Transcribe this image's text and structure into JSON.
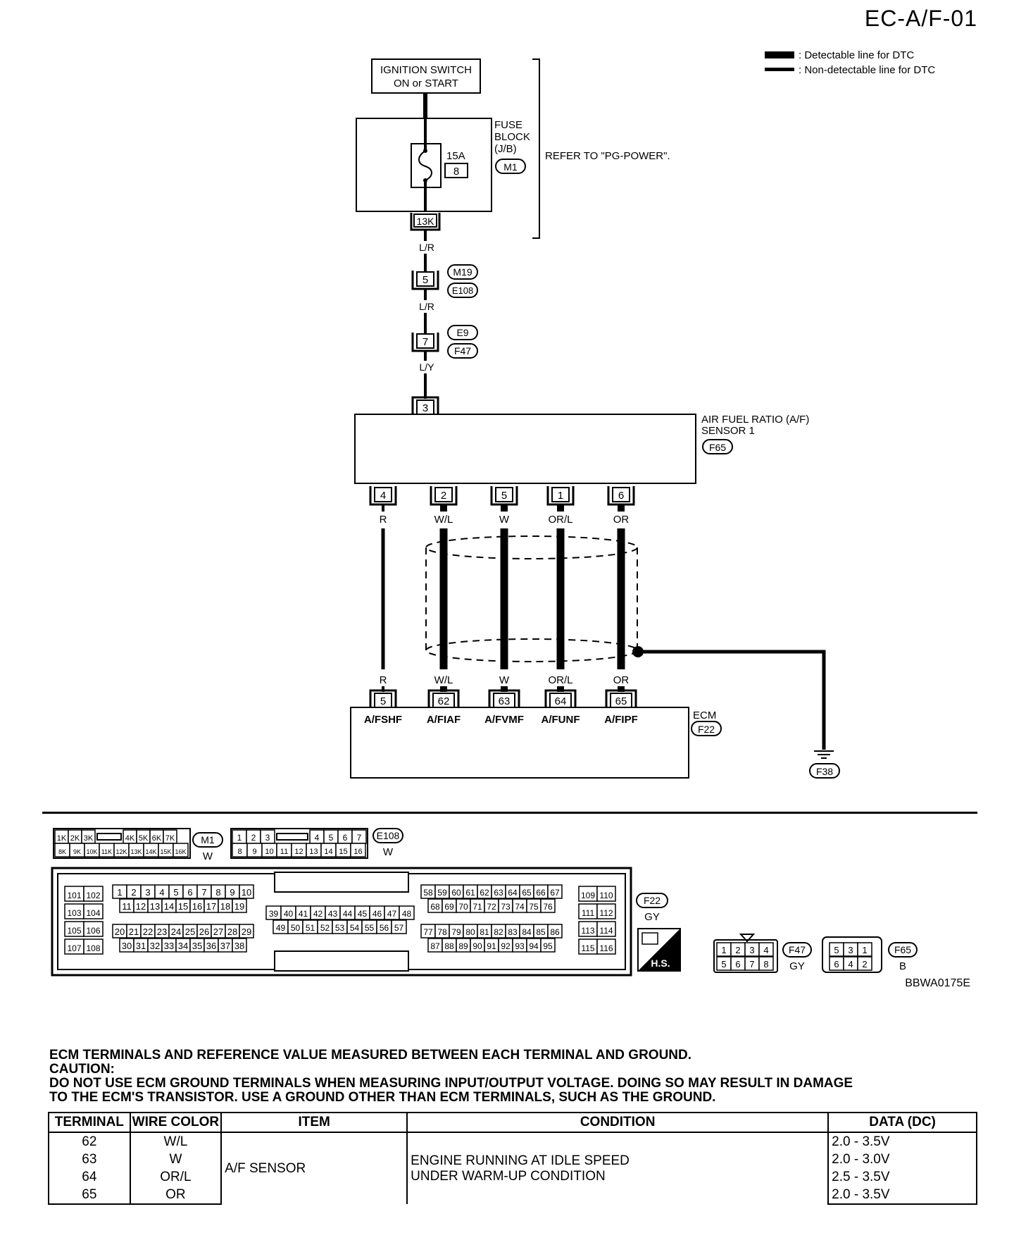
{
  "page": {
    "id": "EC-A/F-01",
    "figure_code": "BBWA0175E"
  },
  "legend": [
    {
      "label": ": Detectable line for DTC",
      "style": "thick"
    },
    {
      "label": ": Non-detectable line for DTC",
      "style": "thin"
    }
  ],
  "power": {
    "ignition_label_1": "IGNITION SWITCH",
    "ignition_label_2": "ON or START",
    "fuse_block_1": "FUSE",
    "fuse_block_2": "BLOCK",
    "fuse_block_3": "(J/B)",
    "fuse_amp": "15A",
    "fuse_number": "8",
    "fuse_connector": "M1",
    "fuse_terminal": "13K",
    "refer": "REFER TO \"PG-POWER\"."
  },
  "harness": [
    {
      "wire_above": "L/R",
      "pin": "5",
      "connectors": [
        "M19",
        "E108"
      ],
      "wire_below": "L/R"
    },
    {
      "pin": "7",
      "connectors": [
        "E9",
        "F47"
      ],
      "wire_below": "L/Y"
    }
  ],
  "sensor": {
    "name_1": "AIR FUEL RATIO (A/F)",
    "name_2": "SENSOR 1",
    "connector": "F65",
    "supply_pin": "3",
    "pins": [
      {
        "pin": "4",
        "wire": "R"
      },
      {
        "pin": "2",
        "wire": "W/L"
      },
      {
        "pin": "5",
        "wire": "W"
      },
      {
        "pin": "1",
        "wire": "OR/L"
      },
      {
        "pin": "6",
        "wire": "OR"
      }
    ]
  },
  "ecm": {
    "name": "ECM",
    "connector": "F22",
    "ground_connector": "F38",
    "terminals": [
      {
        "wire": "R",
        "pin": "5",
        "signal": "A/FSHF"
      },
      {
        "wire": "W/L",
        "pin": "62",
        "signal": "A/FIAF"
      },
      {
        "wire": "W",
        "pin": "63",
        "signal": "A/FVMF"
      },
      {
        "wire": "OR/L",
        "pin": "64",
        "signal": "A/FUNF"
      },
      {
        "wire": "OR",
        "pin": "65",
        "signal": "A/FIPF"
      }
    ]
  },
  "connector_views": {
    "m1": {
      "id": "M1",
      "color": "W",
      "row1": [
        "1K",
        "2K",
        "3K",
        "",
        "4K",
        "5K",
        "6K",
        "7K"
      ],
      "row2": [
        "8K",
        "9K",
        "10K",
        "11K",
        "12K",
        "13K",
        "14K",
        "15K",
        "16K"
      ]
    },
    "e108": {
      "id": "E108",
      "color": "W",
      "row1": [
        "1",
        "2",
        "3",
        "",
        "4",
        "5",
        "6",
        "7"
      ],
      "row2": [
        "8",
        "9",
        "10",
        "11",
        "12",
        "13",
        "14",
        "15",
        "16"
      ]
    },
    "f22": {
      "id": "F22",
      "color": "GY",
      "blocks": [
        [
          "101",
          "102",
          "103",
          "104",
          "105",
          "106",
          "107",
          "108"
        ],
        [
          "1",
          "2",
          "3",
          "4",
          "5",
          "6",
          "7",
          "8",
          "9",
          "10"
        ],
        [
          "11",
          "12",
          "13",
          "14",
          "15",
          "16",
          "17",
          "18",
          "19"
        ],
        [
          "20",
          "21",
          "22",
          "23",
          "24",
          "25",
          "26",
          "27",
          "28",
          "29"
        ],
        [
          "30",
          "31",
          "32",
          "33",
          "34",
          "35",
          "36",
          "37",
          "38"
        ],
        [
          "39",
          "40",
          "41",
          "42",
          "43",
          "44",
          "45",
          "46",
          "47",
          "48"
        ],
        [
          "49",
          "50",
          "51",
          "52",
          "53",
          "54",
          "55",
          "56",
          "57"
        ],
        [
          "58",
          "59",
          "60",
          "61",
          "62",
          "63",
          "64",
          "65",
          "66",
          "67"
        ],
        [
          "68",
          "69",
          "70",
          "71",
          "72",
          "73",
          "74",
          "75",
          "76"
        ],
        [
          "77",
          "78",
          "79",
          "80",
          "81",
          "82",
          "83",
          "84",
          "85",
          "86"
        ],
        [
          "87",
          "88",
          "89",
          "90",
          "91",
          "92",
          "93",
          "94",
          "95"
        ],
        [
          "109",
          "110",
          "111",
          "112",
          "113",
          "114",
          "115",
          "116"
        ]
      ]
    },
    "hs": "H.S.",
    "f47": {
      "id": "F47",
      "color": "GY",
      "row1": [
        "1",
        "2",
        "3",
        "4"
      ],
      "row2": [
        "5",
        "6",
        "7",
        "8"
      ]
    },
    "f65": {
      "id": "F65",
      "color": "B",
      "row1": [
        "5",
        "3",
        "1"
      ],
      "row2": [
        "6",
        "4",
        "2"
      ]
    }
  },
  "notes": {
    "line1": "ECM TERMINALS AND REFERENCE VALUE MEASURED BETWEEN EACH TERMINAL AND GROUND.",
    "line2": "CAUTION:",
    "line3": "DO NOT USE ECM GROUND TERMINALS WHEN MEASURING INPUT/OUTPUT VOLTAGE. DOING SO MAY RESULT IN DAMAGE",
    "line4": "TO THE ECM'S TRANSISTOR. USE A GROUND OTHER THAN ECM TERMINALS, SUCH AS THE GROUND."
  },
  "table": {
    "headers": [
      "TERMINAL",
      "WIRE COLOR",
      "ITEM",
      "CONDITION",
      "DATA (DC)"
    ],
    "item": "A/F SENSOR",
    "condition_1": "ENGINE RUNNING AT IDLE SPEED",
    "condition_2": "UNDER WARM-UP CONDITION",
    "rows": [
      {
        "terminal": "62",
        "wire": "W/L",
        "data": "2.0 - 3.5V"
      },
      {
        "terminal": "63",
        "wire": "W",
        "data": "2.0 - 3.0V"
      },
      {
        "terminal": "64",
        "wire": "OR/L",
        "data": "2.5 - 3.5V"
      },
      {
        "terminal": "65",
        "wire": "OR",
        "data": "2.0 - 3.5V"
      }
    ]
  }
}
